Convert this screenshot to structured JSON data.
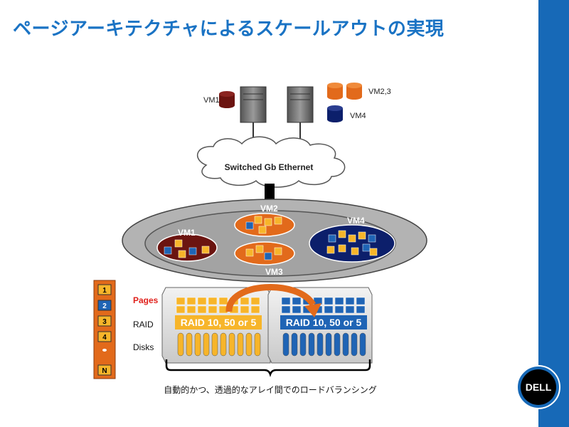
{
  "title": "ページアーキテクチャによるスケールアウトの実現",
  "servers": {
    "vm1_label": "VM1",
    "vm23_label": "VM2,3",
    "vm4_label": "VM4"
  },
  "network": {
    "label": "Switched Gb Ethernet"
  },
  "pool": {
    "vm1": "VM1",
    "vm2": "VM2",
    "vm3": "VM3",
    "vm4": "VM4"
  },
  "storage": {
    "pages_label": "Pages",
    "raid_label": "RAID",
    "disks_label": "Disks",
    "left_raid": "RAID 10, 50 or 5",
    "right_raid": "RAID 10, 50 or 5"
  },
  "legend": {
    "items": [
      "1",
      "2",
      "3",
      "4",
      "N"
    ]
  },
  "caption": "自動的かつ、透過的なアレイ間でのロードバランシング",
  "logo": "DELL",
  "colors": {
    "accent_blue": "#1769b7",
    "vm1": "#6b1410",
    "vm23": "#e26a1b",
    "vm4": "#0c1f6b",
    "page_yellow": "#f7b52a",
    "page_blue": "#1f64b5"
  }
}
